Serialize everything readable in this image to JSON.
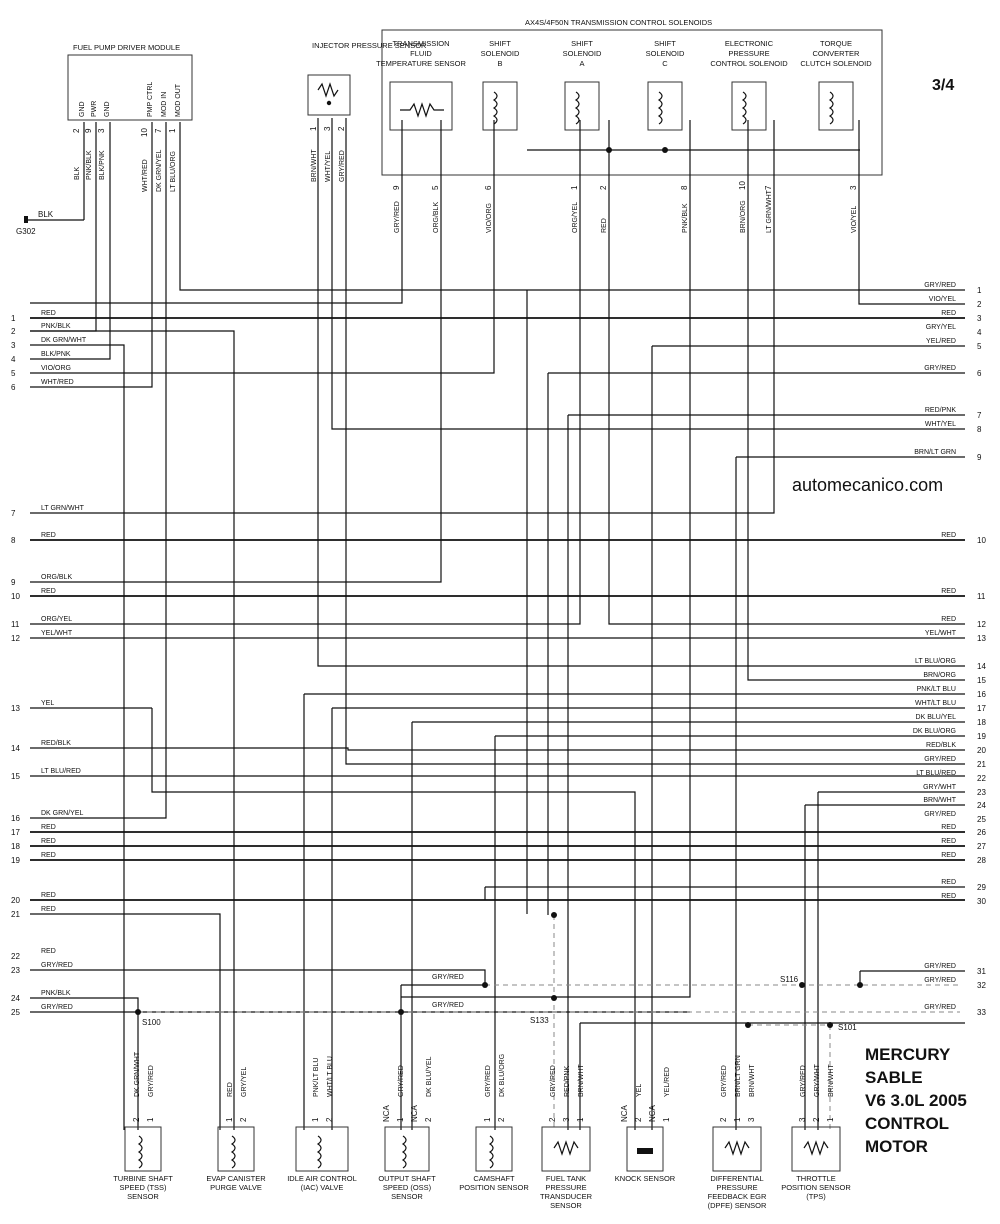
{
  "page_number": "3/4",
  "watermark": "automecanico.com",
  "vehicle_title": [
    "MERCURY",
    "SABLE",
    "V6 3.0L 2005",
    "CONTROL",
    "MOTOR"
  ],
  "fuel_pump_module": {
    "title": "FUEL PUMP DRIVER MODULE",
    "pins": [
      {
        "name": "GND",
        "num": "2",
        "wire": "BLK"
      },
      {
        "name": "PWR",
        "num": "9",
        "wire": "PNK/BLK"
      },
      {
        "name": "GND",
        "num": "3",
        "wire": "BLK/PNK"
      },
      {
        "name": "PMP CTRL",
        "num": "10",
        "wire": "WHT/RED"
      },
      {
        "name": "MOD IN",
        "num": "7",
        "wire": "DK GRN/YEL"
      },
      {
        "name": "MOD OUT",
        "num": "1",
        "wire": "LT BLU/ORG"
      }
    ],
    "ground_wire": "BLK",
    "ground_id": "G302"
  },
  "injector_sensor": {
    "title": "INJECTOR PRESSURE SENSOR",
    "pins": [
      {
        "num": "1",
        "wire": "BRN/WHT"
      },
      {
        "num": "3",
        "wire": "WHT/YEL"
      },
      {
        "num": "2",
        "wire": "GRY/RED"
      }
    ]
  },
  "transmission": {
    "title": "AX4S/4F50N TRANSMISSION CONTROL SOLENOIDS",
    "components": [
      {
        "title": "TRANSMISSION FLUID TEMPERATURE SENSOR"
      },
      {
        "title": "SHIFT SOLENOID B"
      },
      {
        "title": "SHIFT SOLENOID A"
      },
      {
        "title": "SHIFT SOLENOID C"
      },
      {
        "title": "ELECTRONIC PRESSURE CONTROL SOLENOID"
      },
      {
        "title": "TORQUE CONVERTER CLUTCH SOLENOID"
      }
    ],
    "pins": [
      {
        "num": "9",
        "wire": "GRY/RED"
      },
      {
        "num": "5",
        "wire": "ORG/BLK"
      },
      {
        "num": "6",
        "wire": "VIO/ORG"
      },
      {
        "num": "1",
        "wire": "ORG/YEL"
      },
      {
        "num": "2",
        "wire": "RED"
      },
      {
        "num": "8",
        "wire": "PNK/BLK"
      },
      {
        "num": "10",
        "wire": "BRN/ORG"
      },
      {
        "num": "7",
        "wire": "LT GRN/WHT"
      },
      {
        "num": "3",
        "wire": "VIO/YEL"
      }
    ]
  },
  "left_connector": [
    {
      "num": "1",
      "color": "RED"
    },
    {
      "num": "2",
      "color": "PNK/BLK"
    },
    {
      "num": "3",
      "color": "DK GRN/WHT"
    },
    {
      "num": "4",
      "color": "BLK/PNK"
    },
    {
      "num": "5",
      "color": "VIO/ORG"
    },
    {
      "num": "6",
      "color": "WHT/RED"
    },
    {
      "num": "7",
      "color": "LT GRN/WHT"
    },
    {
      "num": "8",
      "color": "RED"
    },
    {
      "num": "9",
      "color": "ORG/BLK"
    },
    {
      "num": "10",
      "color": "RED"
    },
    {
      "num": "11",
      "color": "ORG/YEL"
    },
    {
      "num": "12",
      "color": "YEL/WHT"
    },
    {
      "num": "13",
      "color": "YEL"
    },
    {
      "num": "14",
      "color": "RED/BLK"
    },
    {
      "num": "15",
      "color": "LT BLU/RED"
    },
    {
      "num": "16",
      "color": "DK GRN/YEL"
    },
    {
      "num": "17",
      "color": "RED"
    },
    {
      "num": "18",
      "color": "RED"
    },
    {
      "num": "19",
      "color": "RED"
    },
    {
      "num": "20",
      "color": "RED"
    },
    {
      "num": "21",
      "color": "RED"
    },
    {
      "num": "22",
      "color": "RED"
    },
    {
      "num": "23",
      "color": "GRY/RED"
    },
    {
      "num": "24",
      "color": "PNK/BLK"
    },
    {
      "num": "25",
      "color": "GRY/RED"
    }
  ],
  "right_connector": [
    {
      "num": "1",
      "color": "GRY/RED"
    },
    {
      "num": "2",
      "color": "VIO/YEL"
    },
    {
      "num": "3",
      "color": "RED"
    },
    {
      "num": "4",
      "color": "GRY/YEL"
    },
    {
      "num": "5",
      "color": "YEL/RED"
    },
    {
      "num": "6",
      "color": "GRY/RED"
    },
    {
      "num": "7",
      "color": "RED/PNK"
    },
    {
      "num": "8",
      "color": "WHT/YEL"
    },
    {
      "num": "9",
      "color": "BRN/LT GRN"
    },
    {
      "num": "10",
      "color": "RED"
    },
    {
      "num": "11",
      "color": "RED"
    },
    {
      "num": "12",
      "color": "RED"
    },
    {
      "num": "13",
      "color": "YEL/WHT"
    },
    {
      "num": "14",
      "color": "LT BLU/ORG"
    },
    {
      "num": "15",
      "color": "BRN/ORG"
    },
    {
      "num": "16",
      "color": "PNK/LT BLU"
    },
    {
      "num": "17",
      "color": "WHT/LT BLU"
    },
    {
      "num": "18",
      "color": "DK BLU/YEL"
    },
    {
      "num": "19",
      "color": "DK BLU/ORG"
    },
    {
      "num": "20",
      "color": "RED/BLK"
    },
    {
      "num": "21",
      "color": "GRY/RED"
    },
    {
      "num": "22",
      "color": "LT BLU/RED"
    },
    {
      "num": "23",
      "color": "GRY/WHT"
    },
    {
      "num": "24",
      "color": "BRN/WHT"
    },
    {
      "num": "25",
      "color": "GRY/RED"
    },
    {
      "num": "26",
      "color": "RED"
    },
    {
      "num": "27",
      "color": "RED"
    },
    {
      "num": "28",
      "color": "RED"
    },
    {
      "num": "29",
      "color": "RED"
    },
    {
      "num": "30",
      "color": "RED"
    },
    {
      "num": "31",
      "color": "GRY/RED"
    },
    {
      "num": "32",
      "color": "GRY/RED"
    },
    {
      "num": "33",
      "color": "GRY/RED"
    }
  ],
  "splices": {
    "s100": "S100",
    "s133": "S133",
    "s116": "S116",
    "s101": "S101"
  },
  "middle_labels": [
    "GRY/RED",
    "GRY/RED"
  ],
  "sensors": [
    {
      "title": "TURBINE SHAFT SPEED (TSS) SENSOR",
      "pins": [
        {
          "num": "2",
          "wire": "DK GRN/WHT"
        },
        {
          "num": "1",
          "wire": "GRY/RED"
        }
      ]
    },
    {
      "title": "EVAP CANISTER PURGE VALVE",
      "pins": [
        {
          "num": "1",
          "wire": "RED"
        },
        {
          "num": "2",
          "wire": "GRY/YEL"
        }
      ]
    },
    {
      "title": "IDLE AIR CONTROL (IAC) VALVE",
      "pins": [
        {
          "num": "1",
          "wire": "PNK/LT BLU"
        },
        {
          "num": "2",
          "wire": "WHT/LT BLU"
        }
      ]
    },
    {
      "title": "OUTPUT SHAFT SPEED (OSS) SENSOR",
      "pins": [
        {
          "num": "NCA",
          "wire": ""
        },
        {
          "num": "1",
          "wire": "GRY/RED"
        },
        {
          "num": "NCA",
          "wire": ""
        },
        {
          "num": "2",
          "wire": "DK BLU/YEL"
        }
      ]
    },
    {
      "title": "CAMSHAFT POSITION SENSOR",
      "pins": [
        {
          "num": "1",
          "wire": "GRY/RED"
        },
        {
          "num": "2",
          "wire": "DK BLU/ORG"
        }
      ]
    },
    {
      "title": "FUEL TANK PRESSURE TRANSDUCER SENSOR",
      "pins": [
        {
          "num": "2",
          "wire": "GRY/RED"
        },
        {
          "num": "3",
          "wire": "RED/PNK"
        },
        {
          "num": "1",
          "wire": "BRN/WHT"
        }
      ]
    },
    {
      "title": "KNOCK SENSOR",
      "pins": [
        {
          "num": "NCA",
          "wire": ""
        },
        {
          "num": "2",
          "wire": "YEL"
        },
        {
          "num": "NCA",
          "wire": ""
        },
        {
          "num": "1",
          "wire": "YEL/RED"
        }
      ]
    },
    {
      "title": "DIFFERENTIAL PRESSURE FEEDBACK EGR (DPFE) SENSOR",
      "pins": [
        {
          "num": "2",
          "wire": "GRY/RED"
        },
        {
          "num": "1",
          "wire": "BRN/LT GRN"
        },
        {
          "num": "3",
          "wire": "BRN/WHT"
        }
      ]
    },
    {
      "title": "THROTTLE POSITION SENSOR (TPS)",
      "pins": [
        {
          "num": "3",
          "wire": "GRY/RED"
        },
        {
          "num": "2",
          "wire": "GRY/WHT"
        },
        {
          "num": "1",
          "wire": "BRN/WHT"
        }
      ]
    }
  ]
}
